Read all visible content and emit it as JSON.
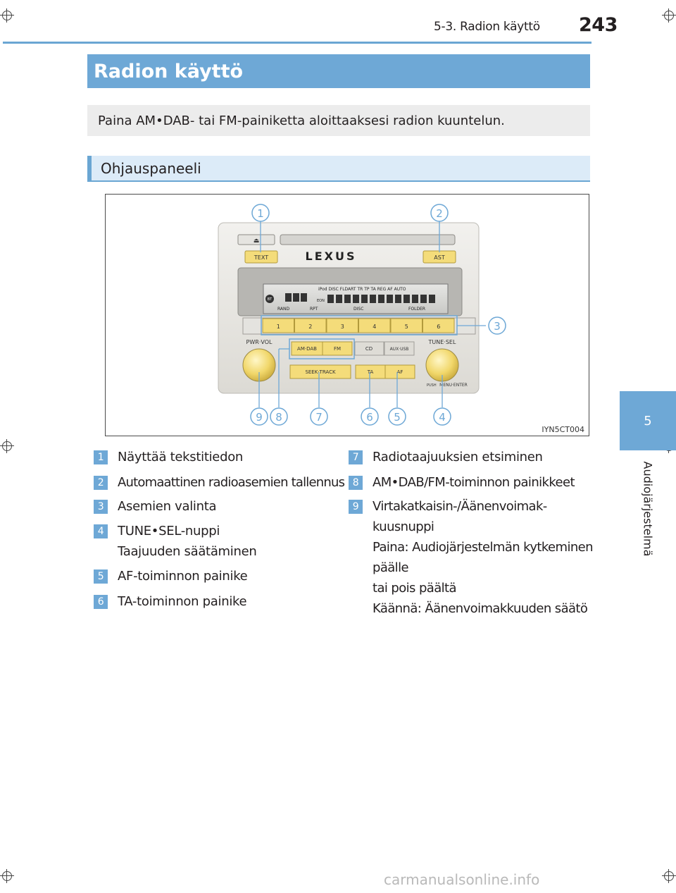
{
  "header": {
    "section_ref": "5-3. Radion käyttö",
    "page_number": "243"
  },
  "sidebar": {
    "chapter_number": "5",
    "chapter_title": "Audiojärjestelmä"
  },
  "title": "Radion käyttö",
  "intro": "Paina AM•DAB- tai FM-painiketta aloittaaksesi radion kuuntelun.",
  "subheading": "Ohjauspaneeli",
  "figure": {
    "code": "IYN5CT004",
    "callouts": [
      "1",
      "2",
      "3",
      "4",
      "5",
      "6",
      "7",
      "8",
      "9"
    ],
    "panel": {
      "eject_symbol": "⏏",
      "text_button": "TEXT",
      "ast_button": "AST",
      "brand": "LEXUS",
      "display_top": "iPod DISC   FLDART TR          TP TA REG AF AUTO",
      "display_bt": "BT",
      "display_eon": "EON",
      "display_rand": "RAND",
      "display_rpt": "RPT",
      "display_disc": "DISC",
      "display_folder": "FOLDER",
      "presets": [
        "1",
        "2",
        "3",
        "4",
        "5",
        "6"
      ],
      "pwr_vol_label": "PWR·VOL",
      "tune_sel_label": "TUNE·SEL",
      "am_dab_button": "AM·DAB",
      "fm_button": "FM",
      "cd_button": "CD",
      "aux_button": "AUX·USB",
      "seek_track_button": "SEEK·TRACK",
      "ta_button": "TA",
      "af_button": "AF",
      "push_label": "PUSH",
      "menu_enter_label": "MENU·ENTER"
    }
  },
  "legend": {
    "left": [
      {
        "num": "1",
        "lines": [
          "Näyttää tekstitiedon"
        ]
      },
      {
        "num": "2",
        "lines": [
          "Automaattinen radioasemien tallennus"
        ]
      },
      {
        "num": "3",
        "lines": [
          "Asemien valinta"
        ]
      },
      {
        "num": "4",
        "lines": [
          "TUNE•SEL-nuppi",
          "Taajuuden säätäminen"
        ]
      },
      {
        "num": "5",
        "lines": [
          "AF-toiminnon painike"
        ]
      },
      {
        "num": "6",
        "lines": [
          "TA-toiminnon painike"
        ]
      }
    ],
    "right": [
      {
        "num": "7",
        "lines": [
          "Radiotaajuuksien etsiminen"
        ]
      },
      {
        "num": "8",
        "lines": [
          "AM•DAB/FM-toiminnon painikkeet"
        ]
      },
      {
        "num": "9",
        "lines": [
          "Virtakatkaisin-/Äänenvoimak-",
          "kuusnuppi",
          "Paina: Audiojärjestelmän kytkeminen",
          "päälle",
          "tai pois päältä",
          "Käännä: Äänenvoimakkuuden säätö"
        ]
      }
    ]
  },
  "watermark": "carmanualsonline.info",
  "colors": {
    "accent_blue": "#6ea8d6",
    "light_blue": "#dcebf8",
    "panel_button_yellow": "#f4dc7a",
    "callout_blue": "#6ea8d6"
  }
}
